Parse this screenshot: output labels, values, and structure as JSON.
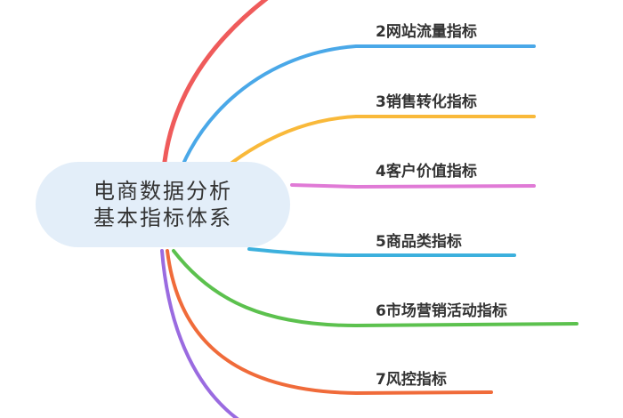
{
  "root": {
    "line1": "电商数据分析",
    "line2": "基本指标体系"
  },
  "branches": [
    {
      "label": "2网站流量指标",
      "color": "#4aa8e8"
    },
    {
      "label": "3销售转化指标",
      "color": "#f9b93a"
    },
    {
      "label": "4客户价值指标",
      "color": "#e07ad6"
    },
    {
      "label": "5商品类指标",
      "color": "#3cb0dd"
    },
    {
      "label": "6市场营销活动指标",
      "color": "#5cc14e"
    },
    {
      "label": "7风控指标",
      "color": "#f06b3a"
    }
  ],
  "offscreen_branch_colors": {
    "top": "#ef5b5b",
    "bottom": "#9a6be0"
  }
}
